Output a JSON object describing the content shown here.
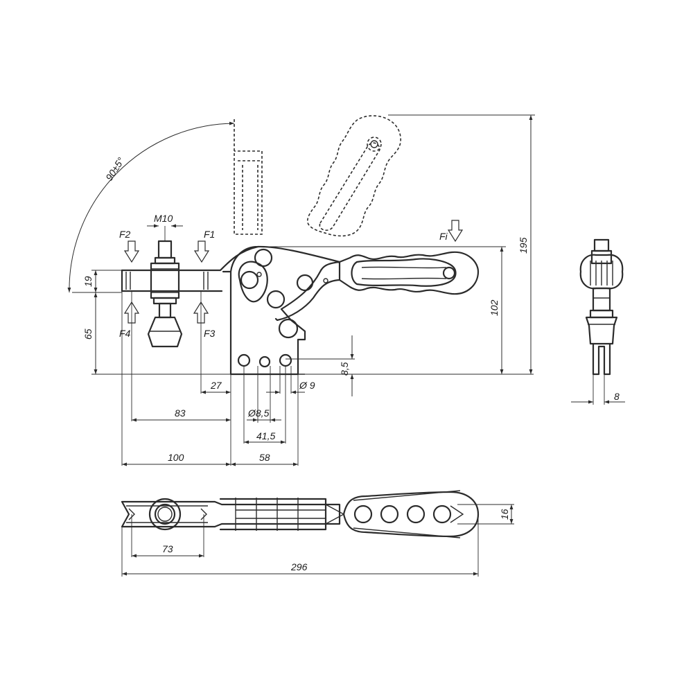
{
  "colors": {
    "stroke": "#2b2b2b",
    "background": "#ffffff"
  },
  "labels": {
    "angle": "90±5°",
    "thread": "M10",
    "force_f1": "F1",
    "force_f2": "F2",
    "force_f3": "F3",
    "force_f4": "F4",
    "force_fi": "Fi"
  },
  "dimensions": {
    "d19": "19",
    "d65": "65",
    "d102": "102",
    "d195": "195",
    "d27": "27",
    "d83": "83",
    "d100": "100",
    "d58": "58",
    "d8_5": "8,5",
    "d9": "Ø 9",
    "d_hole": "Ø8,5",
    "d41_5": "41,5",
    "d8": "8",
    "d16": "16",
    "d73": "73",
    "d296": "296"
  }
}
